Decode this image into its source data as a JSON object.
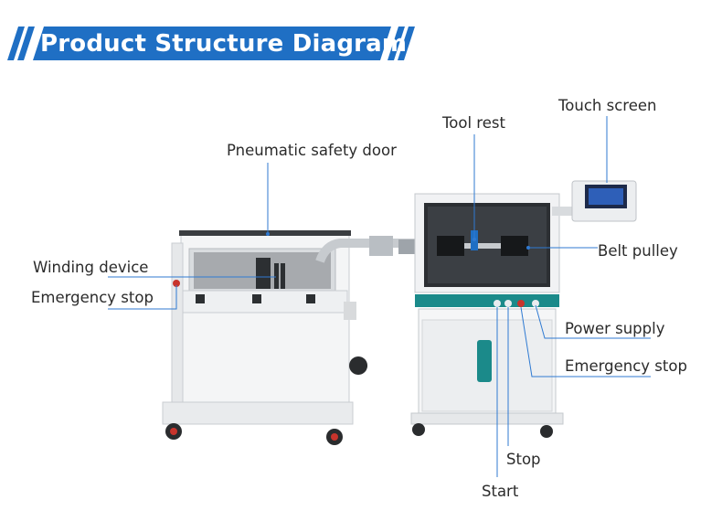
{
  "header": {
    "title": "Product Structure Diagram",
    "colors": {
      "banner": "#1f6fc4",
      "banner_text": "#ffffff",
      "leader": "#2f7ad2"
    }
  },
  "labels": {
    "touch_screen": "Touch screen",
    "tool_rest": "Tool rest",
    "pneumatic_safety_door": "Pneumatic safety door",
    "winding_device": "Winding device",
    "emergency_stop_left": "Emergency stop",
    "belt_pulley": "Belt pulley",
    "power_supply": "Power supply",
    "emergency_stop_right": "Emergency stop",
    "stop": "Stop",
    "start": "Start"
  }
}
